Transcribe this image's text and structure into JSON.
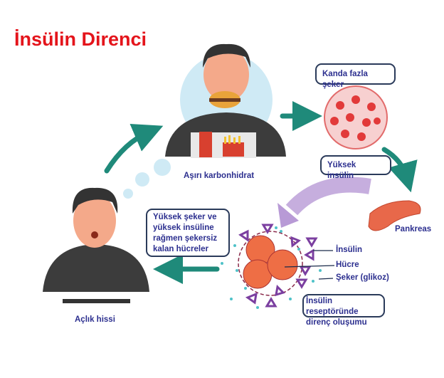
{
  "title": "İnsülin Direnci",
  "labels": {
    "overeating": "Aşırı karbonhidrat",
    "high_sugar": "Kanda fazla şeker",
    "high_insulin": "Yüksek insülin",
    "pancreas": "Pankreas",
    "cells_no_sugar": "Yüksek şeker ve yüksek insüline rağmen şekersiz kalan hücreler",
    "insulin": "İnsülin",
    "cell": "Hücre",
    "sugar": "Şeker (glikoz)",
    "resistance": "İnsülin reseptöründe direnç oluşumu",
    "hunger": "Açlık hissi"
  },
  "colors": {
    "title": "#e4141b",
    "arrow": "#1f8a7a",
    "text": "#2c2f8f",
    "insulin": "#7b3fa0"
  }
}
